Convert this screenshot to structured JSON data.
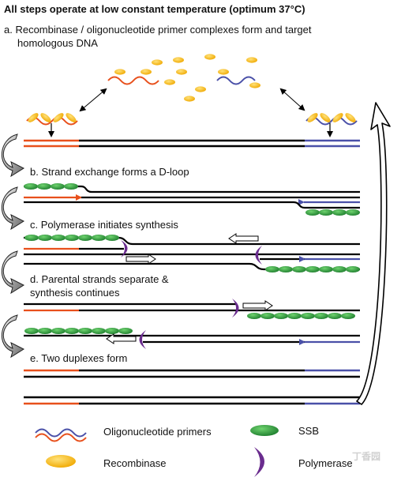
{
  "title": "All steps operate at low constant temperature (optimum 37°C)",
  "steps": {
    "a_line1": "a. Recombinase / oligonucleotide primer complexes form and target",
    "a_line2": "homologous DNA",
    "b": "b. Strand exchange forms a D-loop",
    "c": "c. Polymerase initiates synthesis",
    "d_line1": "d. Parental strands separate &",
    "d_line2": "synthesis continues",
    "e": "e. Two duplexes form"
  },
  "legend": {
    "primers": "Oligonucleotide primers",
    "ssb": "SSB",
    "recombinase": "Recombinase",
    "polymerase": "Polymerase"
  },
  "watermark": "丁香园",
  "colors": {
    "primer_red": "#e8501c",
    "primer_blue": "#4a50a8",
    "dna": "#000000",
    "ssb_green": "#2e9a3a",
    "recombinase_yellow": "#f4b400",
    "polymerase_purple": "#6a2c8e",
    "arrow_gray": "#808080"
  }
}
